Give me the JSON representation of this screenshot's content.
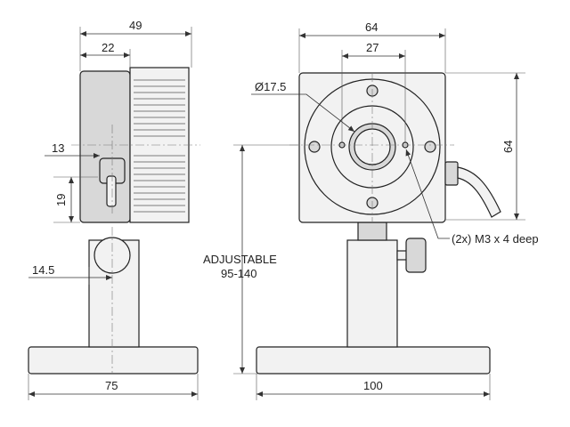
{
  "dimensions": {
    "side_total_width": "49",
    "side_housing_width": "22",
    "side_offset_13": "13",
    "side_height_19": "19",
    "side_post_offset": "14.5",
    "side_base_width": "75",
    "front_width": "64",
    "front_bolt_spacing": "27",
    "front_aperture": "Ø17.5",
    "front_height": "64",
    "front_base_width": "100"
  },
  "notes": {
    "adjustable_line1": "ADJUSTABLE",
    "adjustable_line2": "95-140",
    "thread_note": "(2x) M3 x 4 deep"
  },
  "colors": {
    "line": "#222222",
    "part_fill": "#f2f2f2",
    "background": "#ffffff"
  }
}
